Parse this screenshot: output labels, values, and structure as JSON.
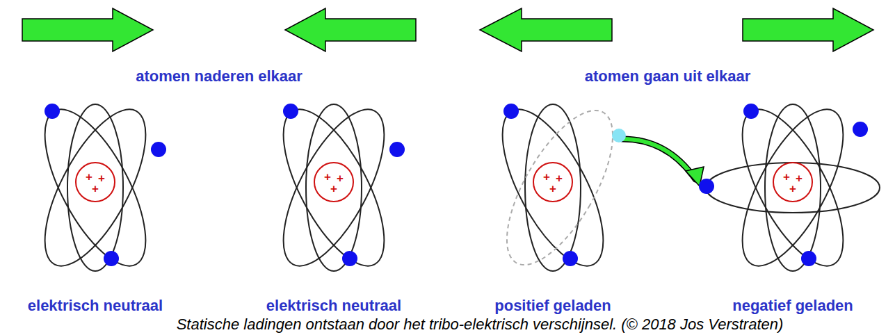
{
  "diagram": {
    "caption": "Statische ladingen ontstaan door het tribo-elektrisch verschijnsel. (© 2018 Jos Verstraten)",
    "labels": [
      "atomen naderen elkaar",
      "atomen gaan uit elkaar",
      "+",
      "+",
      "+",
      "+",
      "+",
      "+",
      "+",
      "+",
      "+",
      "+",
      "+",
      "+",
      "elektrisch neutraal",
      "elektrisch neutraal",
      "positief geladen",
      "negatief geladen"
    ]
  }
}
